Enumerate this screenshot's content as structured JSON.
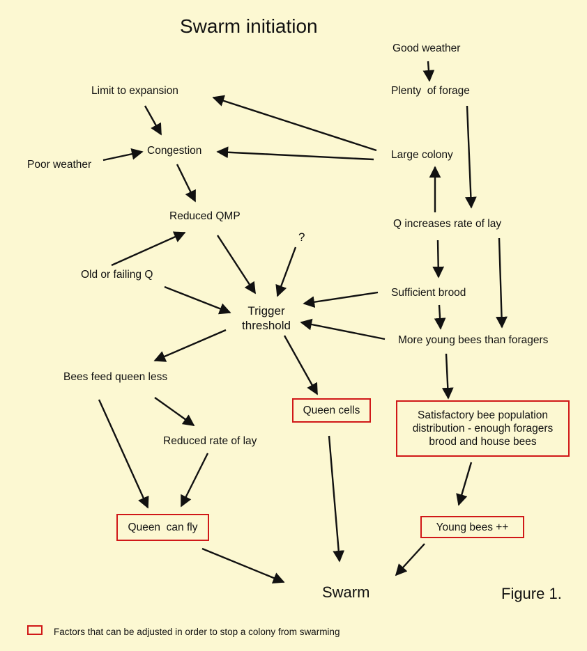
{
  "diagram": {
    "title": "Swarm initiation",
    "figure_label": "Figure 1.",
    "nodes": {
      "good_weather": "Good weather",
      "plenty_forage": "Plenty  of forage",
      "limit_expansion": "Limit to expansion",
      "congestion": "Congestion",
      "poor_weather": "Poor weather",
      "large_colony": "Large colony",
      "reduced_qmp": "Reduced QMP",
      "question": "?",
      "q_increases": "Q increases rate of lay",
      "old_failing_q": "Old or failing Q",
      "trigger_line1": "Trigger",
      "trigger_line2": "threshold",
      "sufficient_brood": "Sufficient brood",
      "more_young_bees": "More young bees than foragers",
      "bees_feed_queen": "Bees feed queen less",
      "queen_cells": "Queen cells",
      "satisfactory": "Satisfactory bee population\ndistribution -  enough foragers\nbrood and house bees",
      "reduced_rate": "Reduced rate of lay",
      "queen_can_fly": "Queen  can fly",
      "young_bees": "Young bees ++",
      "swarm": "Swarm"
    },
    "legend": {
      "text": "Factors that can be adjusted in order to stop a colony from swarming",
      "color": "#d01818"
    }
  }
}
